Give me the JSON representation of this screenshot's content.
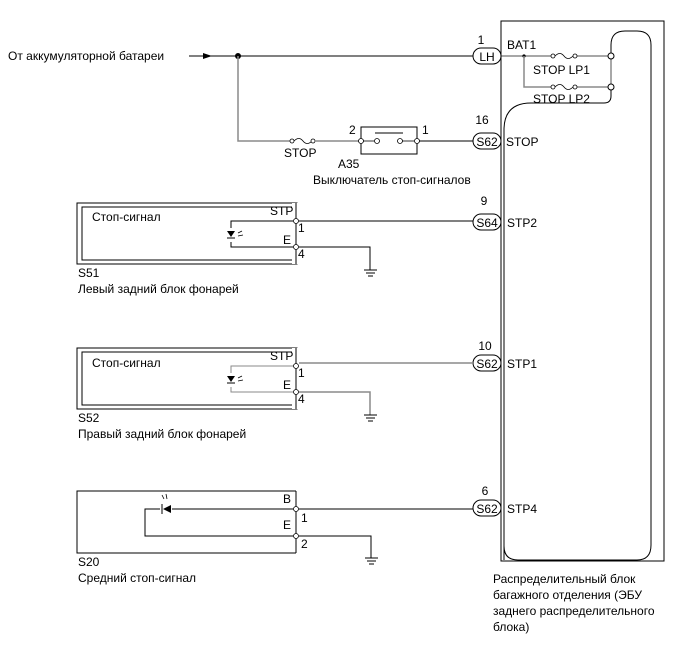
{
  "source_label": "От аккумуляторной батареи",
  "colors": {
    "wire_dark": "#000000",
    "wire_gray": "#8a8a8a",
    "background": "#ffffff"
  },
  "main_fuse": {
    "label": "STOP"
  },
  "switch": {
    "code": "A35",
    "name": "Выключатель стоп-сигналов",
    "pin_in": "2",
    "pin_out": "1"
  },
  "ecu": {
    "name_lines": [
      "Распределительный блок",
      "багажного отделения (ЭБУ",
      "заднего распределительного",
      "блока)"
    ],
    "internal_fuses": [
      "STOP LP1",
      "STOP LP2"
    ],
    "terminals": [
      {
        "pin": "1",
        "connector": "LH",
        "name": "BAT1"
      },
      {
        "pin": "16",
        "connector": "S62",
        "name": "STOP"
      },
      {
        "pin": "9",
        "connector": "S64",
        "name": "STP2"
      },
      {
        "pin": "10",
        "connector": "S62",
        "name": "STP1"
      },
      {
        "pin": "6",
        "connector": "S62",
        "name": "STP4"
      }
    ]
  },
  "lamps": [
    {
      "code": "S51",
      "name": "Левый задний блок фонарей",
      "inner_label": "Стоп-сигнал",
      "terminal_top": "STP",
      "terminal_bottom": "E",
      "pin_top": "1",
      "pin_bottom": "4"
    },
    {
      "code": "S52",
      "name": "Правый задний блок фонарей",
      "inner_label": "Стоп-сигнал",
      "terminal_top": "STP",
      "terminal_bottom": "E",
      "pin_top": "1",
      "pin_bottom": "4"
    },
    {
      "code": "S20",
      "name": "Средний стоп-сигнал",
      "terminal_top": "B",
      "terminal_bottom": "E",
      "pin_top": "1",
      "pin_bottom": "2"
    }
  ]
}
